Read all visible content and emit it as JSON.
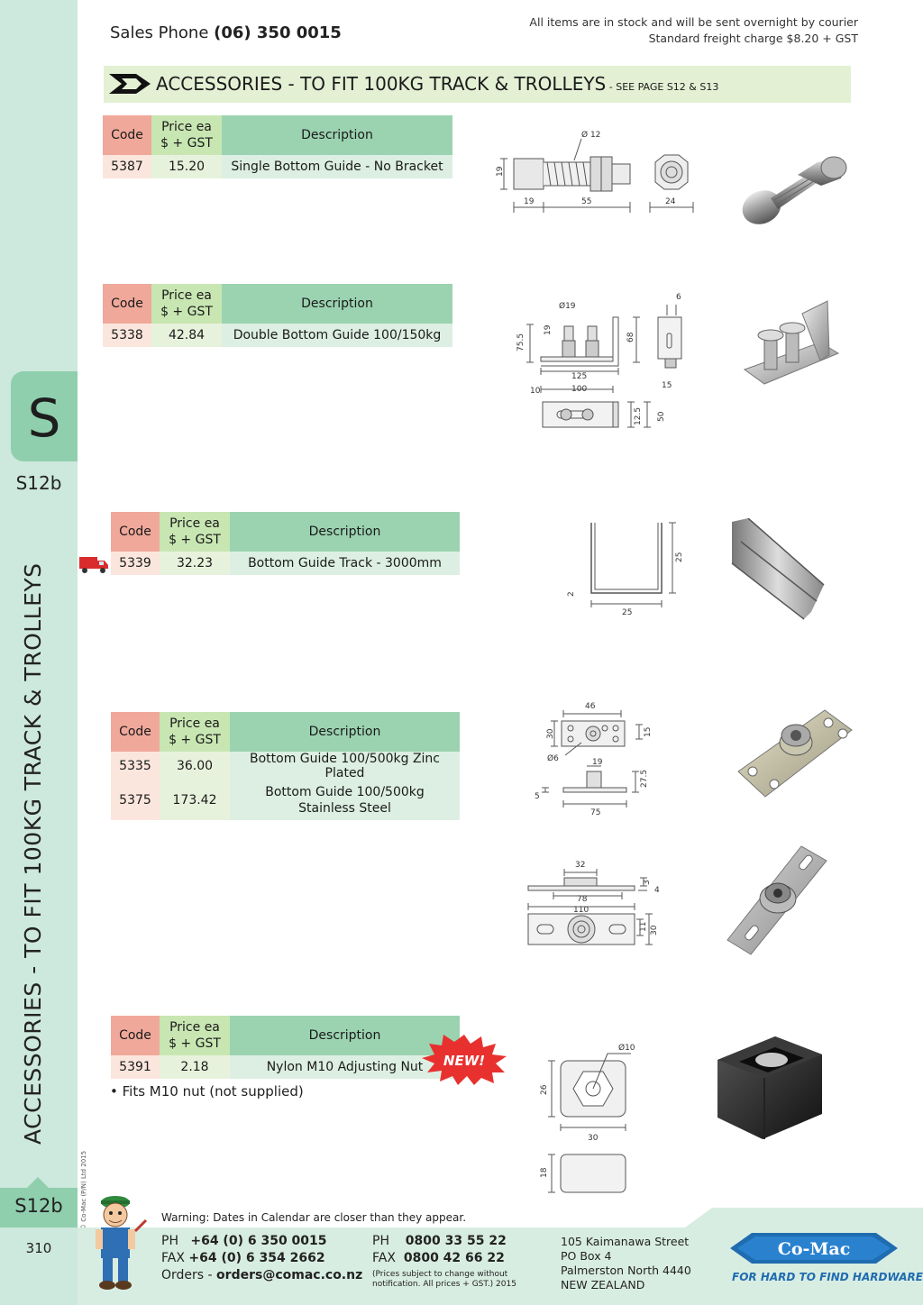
{
  "header": {
    "sales_label": "Sales Phone",
    "sales_number": "(06) 350 0015",
    "stock_line1": "All items are in stock and will be sent overnight by courier",
    "stock_line2": "Standard freight charge $8.20 + GST"
  },
  "banner": {
    "title": "ACCESSORIES - TO FIT 100KG TRACK & TROLLEYS",
    "subtitle": " - SEE PAGE S12 & S13"
  },
  "sidebar": {
    "tab_letter": "S",
    "section_code": "S12b",
    "vertical_title": "ACCESSORIES - TO FIT 100KG TRACK & TROLLEYS",
    "bottom_code": "S12b",
    "page_number": "310",
    "copyright": "© Co-Mac (P/N) Ltd 2015"
  },
  "table_headers": {
    "code": "Code",
    "price_line1": "Price ea",
    "price_line2": "$ + GST",
    "description": "Description"
  },
  "products": [
    {
      "code": "5387",
      "price": "15.20",
      "description": "Single Bottom Guide - No Bracket"
    },
    {
      "code": "5338",
      "price": "42.84",
      "description": "Double Bottom Guide 100/150kg"
    },
    {
      "code": "5339",
      "price": "32.23",
      "description": "Bottom Guide Track - 3000mm"
    },
    {
      "code": "5335",
      "price": "36.00",
      "description": "Bottom Guide 100/500kg Zinc Plated"
    },
    {
      "code": "5375",
      "price": "173.42",
      "description_line1": "Bottom Guide 100/500kg",
      "description_line2": "Stainless Steel"
    },
    {
      "code": "5391",
      "price": "2.18",
      "description": "Nylon M10 Adjusting Nut"
    }
  ],
  "notes": {
    "fits": "• Fits M10 nut (not supplied)",
    "new_badge": "NEW!"
  },
  "dimensions": {
    "d1": [
      "Ø 12",
      "19",
      "19",
      "55",
      "24"
    ],
    "d2": [
      "Ø19",
      "19",
      "75.5",
      "68",
      "125",
      "6",
      "15",
      "10",
      "100",
      "12.5",
      "50"
    ],
    "d3": [
      "25",
      "2",
      "25"
    ],
    "d4": [
      "46",
      "30",
      "15",
      "Ø6",
      "19",
      "5",
      "27.5",
      "75"
    ],
    "d5": [
      "32",
      "3",
      "4",
      "78",
      "110",
      "11",
      "30"
    ],
    "d6": [
      "Ø10",
      "26",
      "30",
      "18"
    ]
  },
  "footer": {
    "warning": "Warning: Dates in Calendar are closer than they appear.",
    "ph_label": "PH",
    "ph_number": "+64 (0) 6 350 0015",
    "fax_label": "FAX",
    "fax_number": "+64 (0) 6 354 2662",
    "orders_label": "Orders -",
    "orders_email": "orders@comac.co.nz",
    "ph2_label": "PH",
    "ph2_number": "0800 33 55 22",
    "fax2_label": "FAX",
    "fax2_number": "0800 42 66 22",
    "price_note_line1": "(Prices subject to change without",
    "price_note_line2": "notification. All prices + GST.)  2015",
    "addr1": "105 Kaimanawa Street",
    "addr2": "PO Box 4",
    "addr3": "Palmerston North 4440",
    "addr4": "NEW ZEALAND",
    "logo_text": "Co-Mac",
    "tagline": "FOR HARD TO FIND HARDWARE"
  },
  "colors": {
    "sidebar": "#cde8dc",
    "tab": "#8fcfae",
    "code_header": "#f0a89a",
    "price_header": "#c8e6b2",
    "desc_header": "#9bd3b1",
    "banner": "#e3f0d4",
    "new_badge": "#e8312f",
    "logo_blue": "#1f6cb0"
  }
}
